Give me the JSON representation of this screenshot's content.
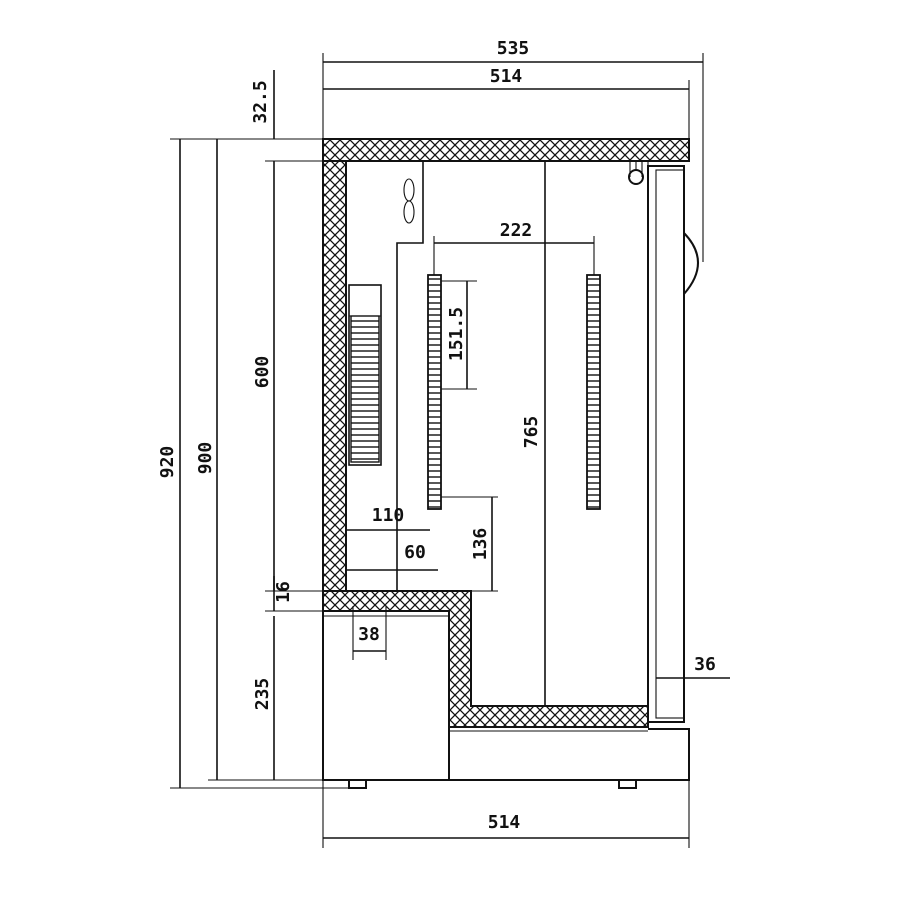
{
  "dimensions": {
    "overall_depth": "535",
    "top_depth": "514",
    "top_thickness": "32.5",
    "total_height": "920",
    "body_height": "900",
    "interior_height": "600",
    "shelf_spacing": "222",
    "shelf_pitch": "151.5",
    "door_height": "765",
    "evaporator_depth": "110",
    "fan_offset": "60",
    "step_height": "136",
    "floor_thickness": "16",
    "drain_width": "38",
    "compressor_height": "235",
    "door_thickness": "36",
    "base_depth": "514"
  },
  "colors": {
    "line": "#111111",
    "background": "#ffffff"
  }
}
